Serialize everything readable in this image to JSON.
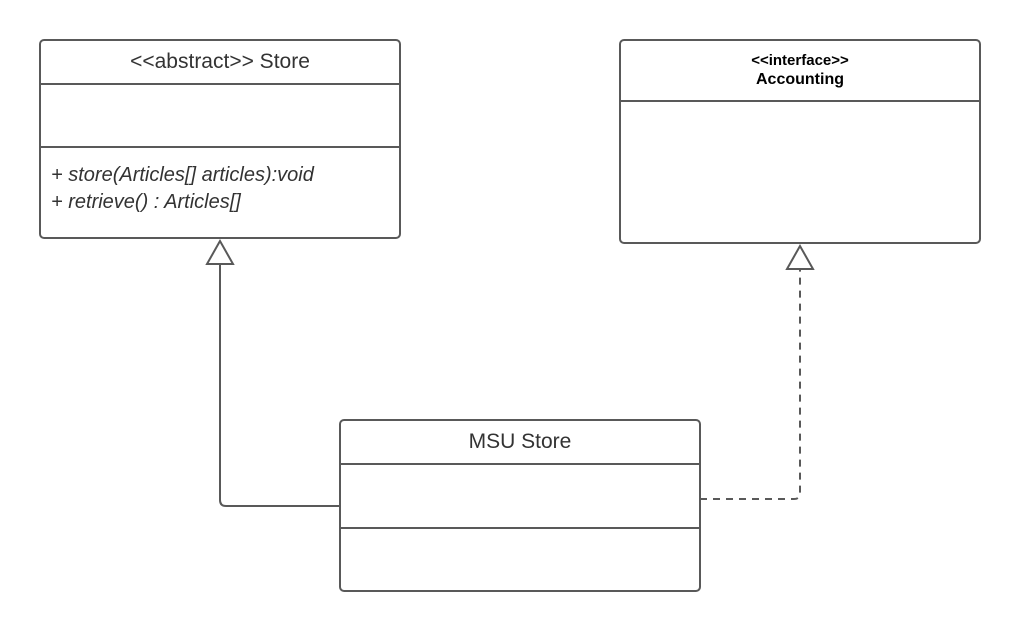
{
  "diagram": {
    "store_class": {
      "title": "<<abstract>> Store",
      "operations": [
        "+ store(Articles[] articles):void",
        "+ retrieve() : Articles[]"
      ]
    },
    "accounting_interface": {
      "stereotype": "<<interface>>",
      "name": "Accounting"
    },
    "msu_store_class": {
      "title": "MSU Store"
    },
    "relations": [
      {
        "type": "generalization",
        "from": "MSU Store",
        "to": "<<abstract>> Store",
        "line": "solid"
      },
      {
        "type": "realization",
        "from": "MSU Store",
        "to": "Accounting",
        "line": "dashed"
      }
    ],
    "colors": {
      "stroke": "#595959",
      "text": "#333333",
      "background": "#ffffff"
    }
  }
}
